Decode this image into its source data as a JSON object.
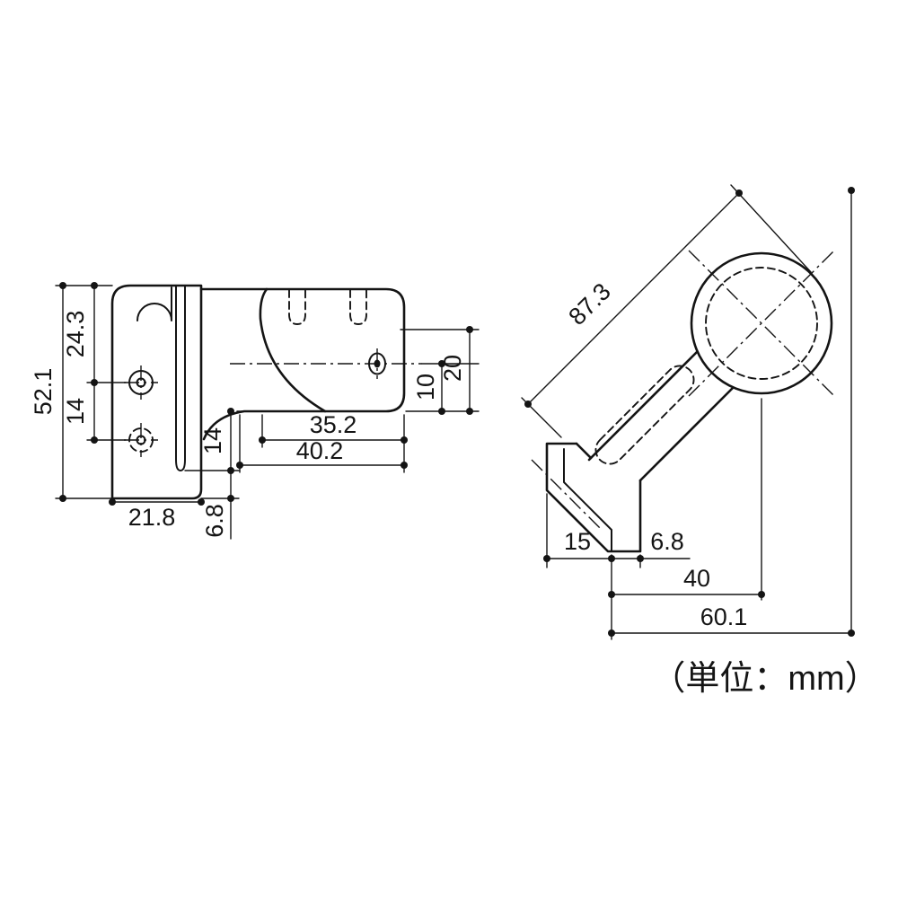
{
  "drawing": {
    "unit_label": "（単位：mm）",
    "side": {
      "dims": {
        "total_height": "52.1",
        "hole_offset_top": "24.3",
        "hole_pitch": "14",
        "base_width": "21.8",
        "slot_to_arm": "14",
        "slot_bottom_gap": "6.8",
        "socket_depth": "35.2",
        "arm_length": "40.2",
        "hole_to_base": "10",
        "arm_height": "20"
      }
    },
    "top": {
      "dims": {
        "overall_length": "87.3",
        "foot_width": "15",
        "foot_thickness": "6.8",
        "foot_to_center": "40",
        "overall_width": "60.1"
      }
    }
  }
}
